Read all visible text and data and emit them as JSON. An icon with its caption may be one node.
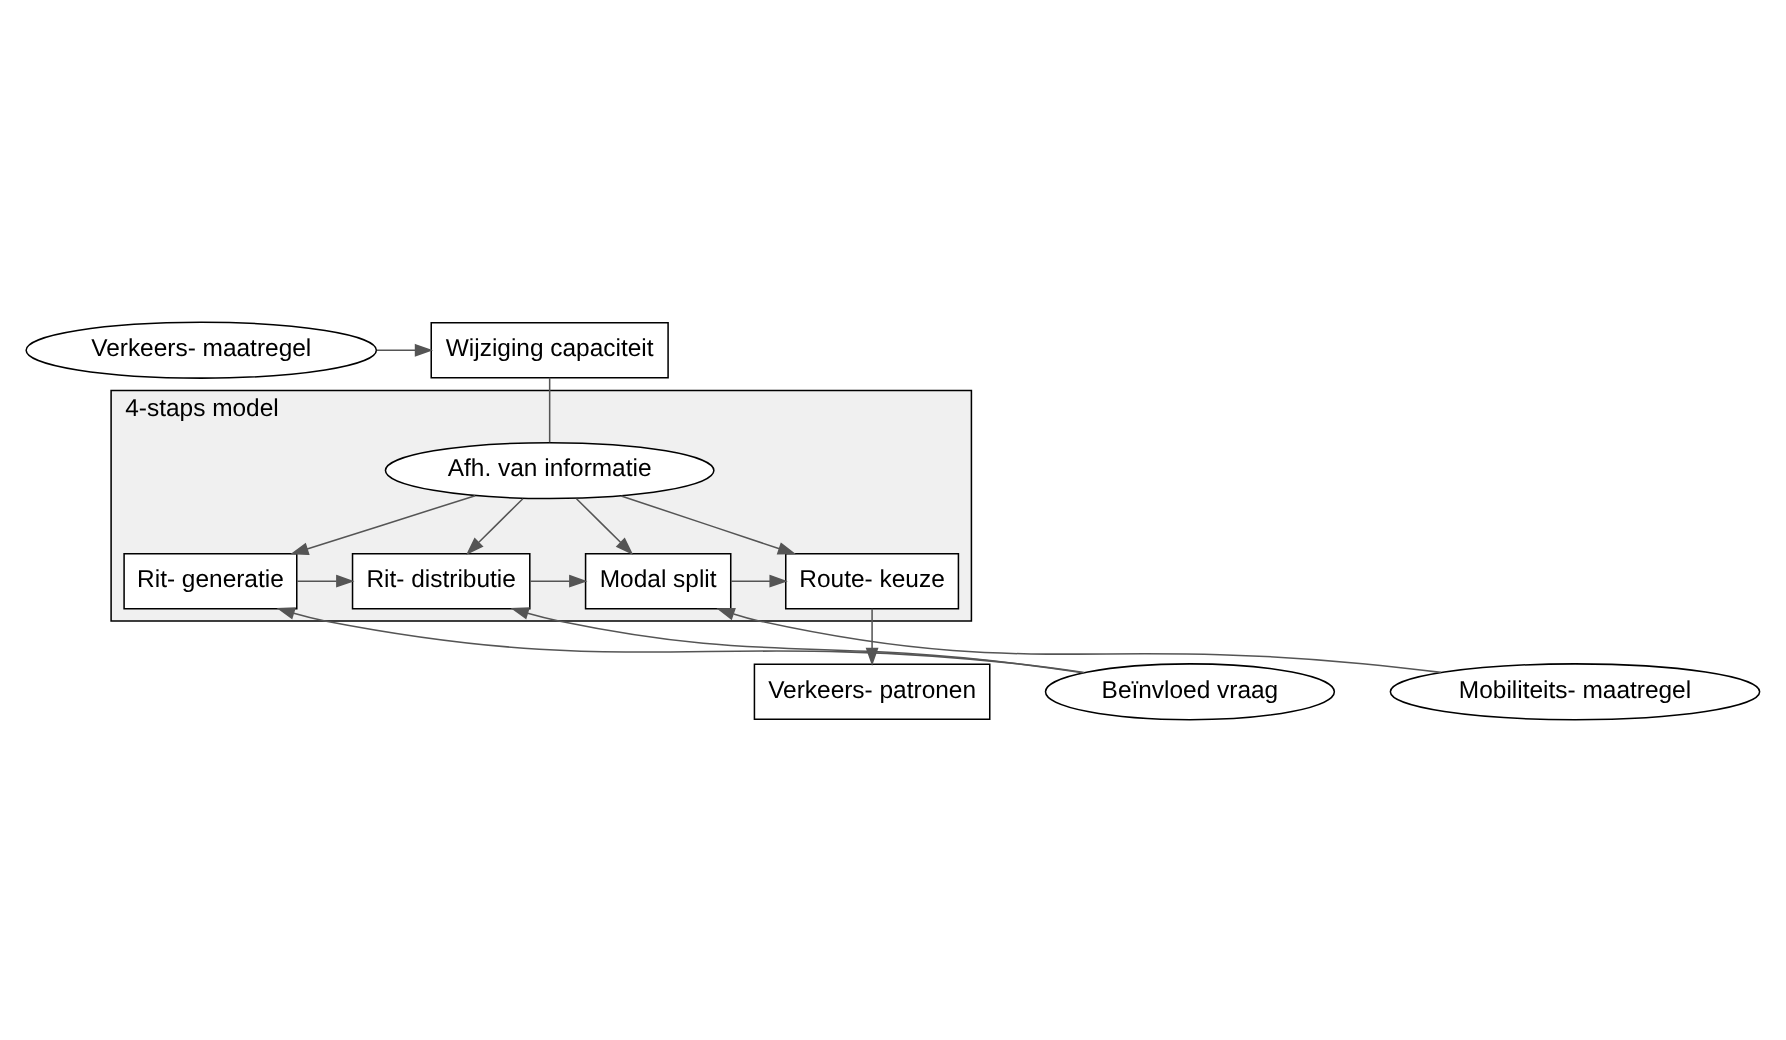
{
  "diagram": {
    "nodes": [
      {
        "text": [
          "Wijziging capaciteit"
        ]
      },
      {
        "text": [
          "Verkeers- maatregel"
        ]
      },
      {
        "text": [
          "4-staps model"
        ]
      },
      {
        "text": [
          "Afh. van informatie"
        ],
        "in": 2
      },
      {
        "text": [
          "Rit- generatie"
        ],
        "in": 2
      },
      {
        "text": [
          "Rit- distributie"
        ],
        "in": 2
      },
      {
        "text": [
          "Modal split"
        ],
        "in": 2
      },
      {
        "text": [
          "Route- keuze"
        ],
        "in": 2
      },
      {
        "text": [
          "Beïnvloed vraag"
        ]
      },
      {
        "text": [
          "Mobiliteits- maatregel"
        ]
      },
      {
        "text": [
          "Verkeers- patronen"
        ]
      }
    ],
    "edges": [
      {
        "from": 1,
        "to": 0,
        "arrow": "to"
      },
      {
        "from": 0,
        "to": 3,
        "arrow": "none"
      },
      {
        "from": 3,
        "to": 4,
        "arrow": "to"
      },
      {
        "from": 3,
        "to": 5,
        "arrow": "to"
      },
      {
        "from": 3,
        "to": 6,
        "arrow": "to"
      },
      {
        "from": 3,
        "to": 7,
        "arrow": "to"
      },
      {
        "from": 4,
        "to": 5,
        "arrow": "to"
      },
      {
        "from": 5,
        "to": 6,
        "arrow": "to"
      },
      {
        "from": 6,
        "to": 7,
        "arrow": "to"
      },
      {
        "from": 8,
        "to": 4,
        "arrow": "to"
      },
      {
        "from": 8,
        "to": 5,
        "arrow": "to"
      },
      {
        "from": 9,
        "to": 6,
        "arrow": "to"
      },
      {
        "from": 7,
        "to": 10,
        "arrow": "to"
      }
    ]
  }
}
